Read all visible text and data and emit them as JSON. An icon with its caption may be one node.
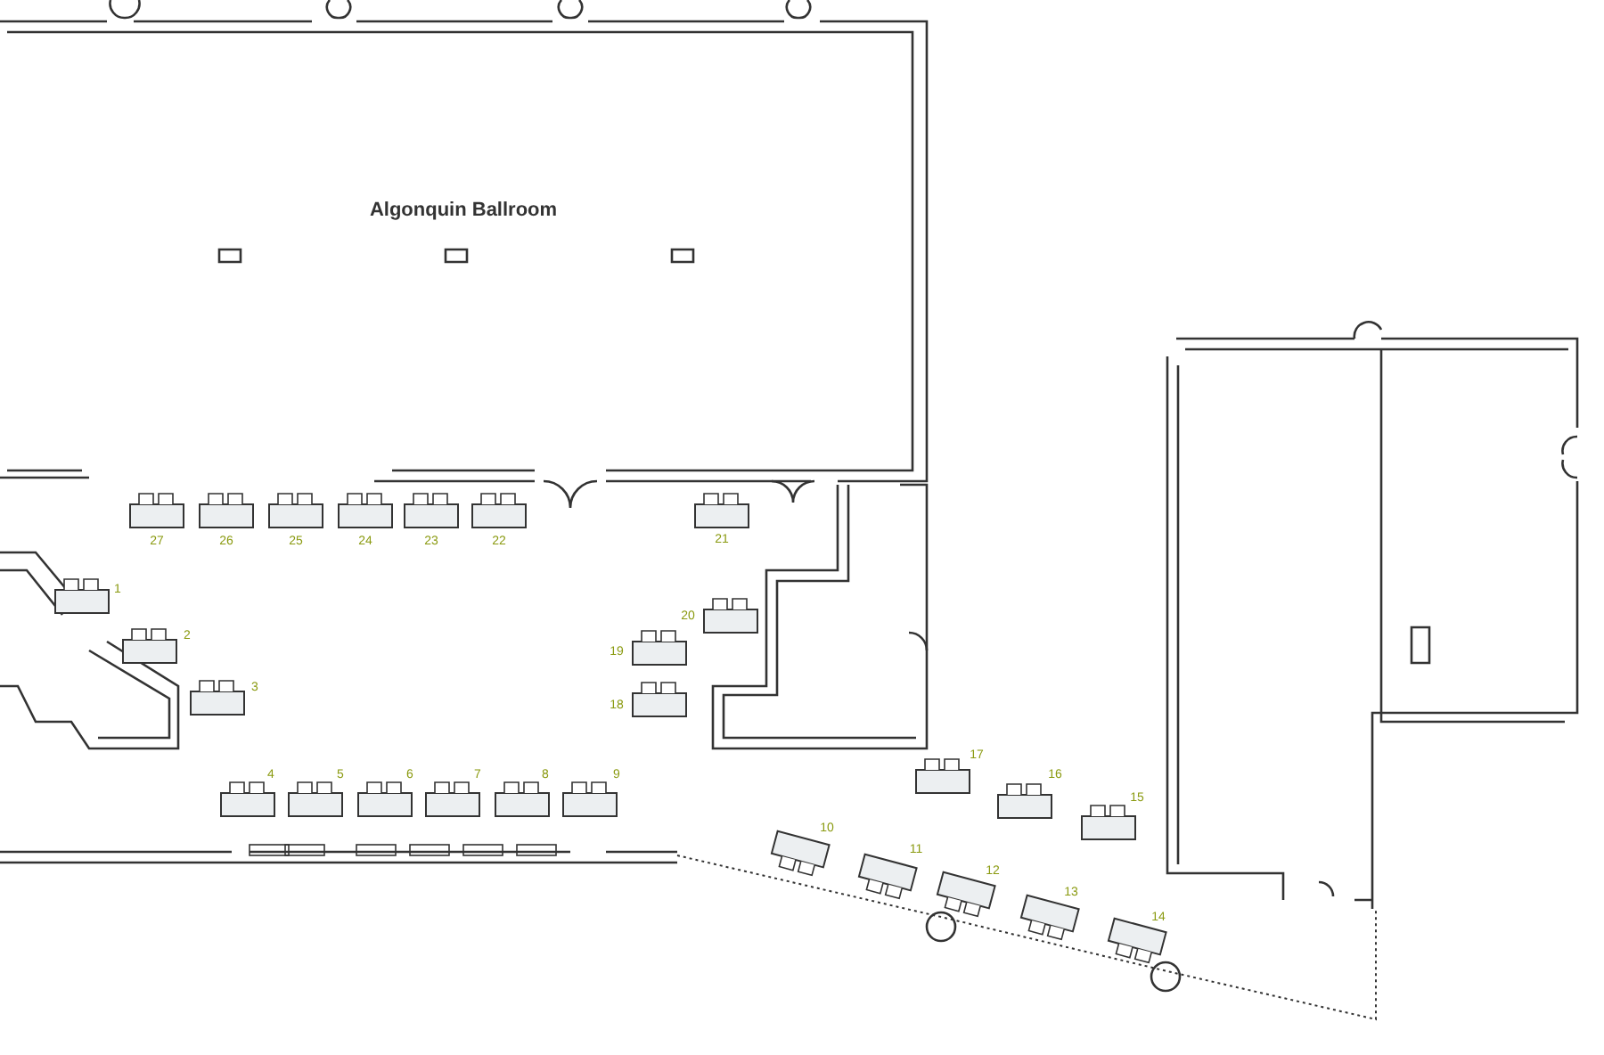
{
  "diagram": {
    "nodes": [
      {
        "text": [
          "Algonquin Ballroom"
        ]
      }
    ],
    "labels": [
      "27",
      "26",
      "25",
      "24",
      "23",
      "22",
      "21",
      "1",
      "20",
      "2",
      "19",
      "3",
      "18",
      "4",
      "5",
      "6",
      "7",
      "8",
      "9",
      "17",
      "16",
      "15",
      "10",
      "11",
      "12",
      "13",
      "14"
    ]
  }
}
